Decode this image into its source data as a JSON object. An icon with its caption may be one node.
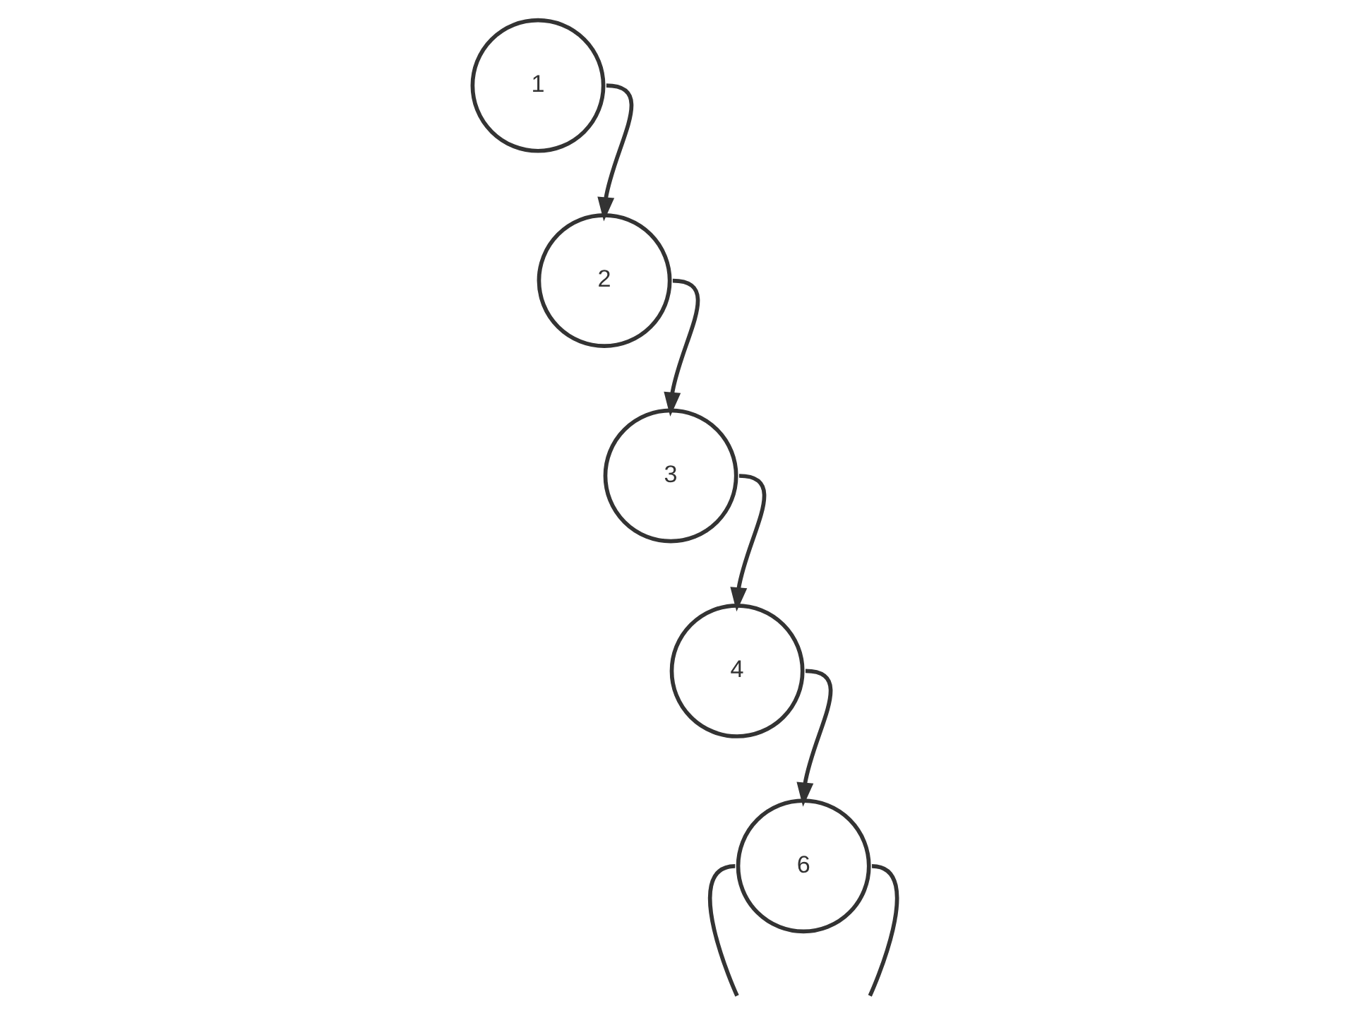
{
  "diagram": {
    "nodes": [
      {
        "text": [
          "1"
        ]
      },
      {
        "text": [
          "2"
        ]
      },
      {
        "text": [
          "3"
        ]
      },
      {
        "text": [
          "4"
        ]
      },
      {
        "text": [
          "6"
        ]
      }
    ],
    "edges": [
      {
        "from": 0,
        "to": 1,
        "arrow": "to"
      },
      {
        "from": 1,
        "to": 2,
        "arrow": "to"
      },
      {
        "from": 2,
        "to": 3,
        "arrow": "to"
      },
      {
        "from": 3,
        "to": 4,
        "arrow": "to"
      },
      {
        "from": 4,
        "to": null,
        "arrow": "none"
      },
      {
        "from": 4,
        "to": null,
        "arrow": "none"
      }
    ]
  }
}
